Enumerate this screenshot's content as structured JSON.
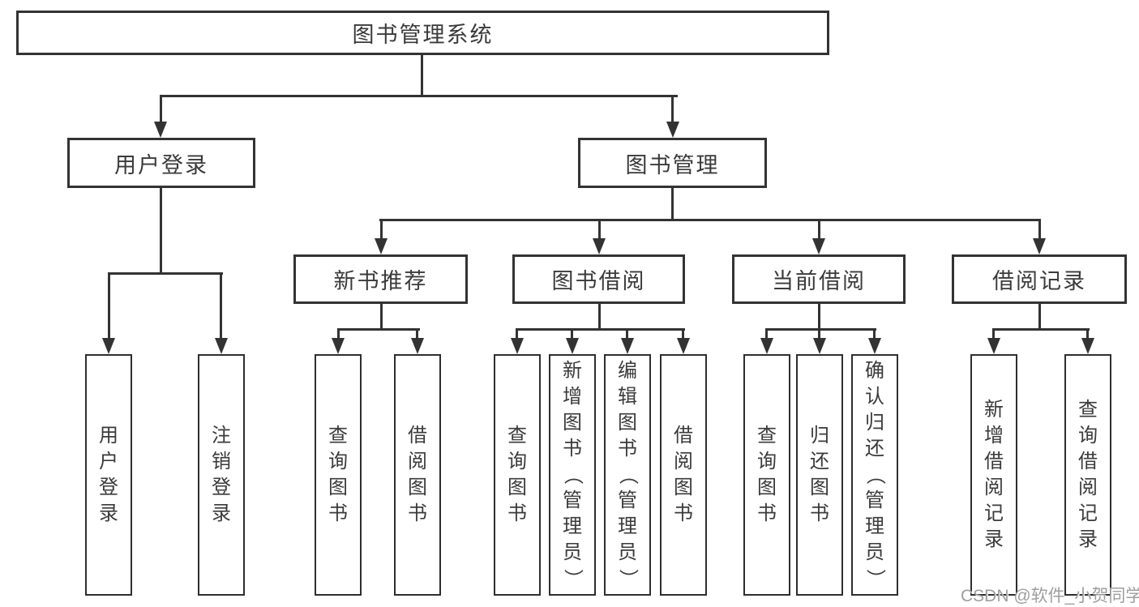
{
  "diagram": {
    "root": {
      "label": "图书管理系统"
    },
    "level2": [
      {
        "label": "用户登录"
      },
      {
        "label": "图书管理"
      }
    ],
    "level3": [
      {
        "label": "新书推荐"
      },
      {
        "label": "图书借阅"
      },
      {
        "label": "当前借阅"
      },
      {
        "label": "借阅记录"
      }
    ],
    "leaves": [
      {
        "label": "用户登录",
        "parent": "用户登录"
      },
      {
        "label": "注销登录",
        "parent": "用户登录"
      },
      {
        "label": "查询图书",
        "parent": "新书推荐"
      },
      {
        "label": "借阅图书",
        "parent": "新书推荐"
      },
      {
        "label": "查询图书",
        "parent": "图书借阅"
      },
      {
        "label": "新增图书（管理员）",
        "parent": "图书借阅"
      },
      {
        "label": "编辑图书（管理员）",
        "parent": "图书借阅"
      },
      {
        "label": "借阅图书",
        "parent": "图书借阅"
      },
      {
        "label": "查询图书",
        "parent": "当前借阅"
      },
      {
        "label": "归还图书",
        "parent": "当前借阅"
      },
      {
        "label": "确认归还（管理员）",
        "parent": "当前借阅"
      },
      {
        "label": "新增借阅记录",
        "parent": "借阅记录"
      },
      {
        "label": "查询借阅记录",
        "parent": "借阅记录"
      }
    ]
  },
  "watermark": {
    "text": "CSDN @软件_小贺同学"
  },
  "colors": {
    "line": "#333333",
    "text": "#3a3a3a",
    "node_background": "#ffffff",
    "watermark": "#9e9e9e",
    "background": "#ffffff"
  }
}
